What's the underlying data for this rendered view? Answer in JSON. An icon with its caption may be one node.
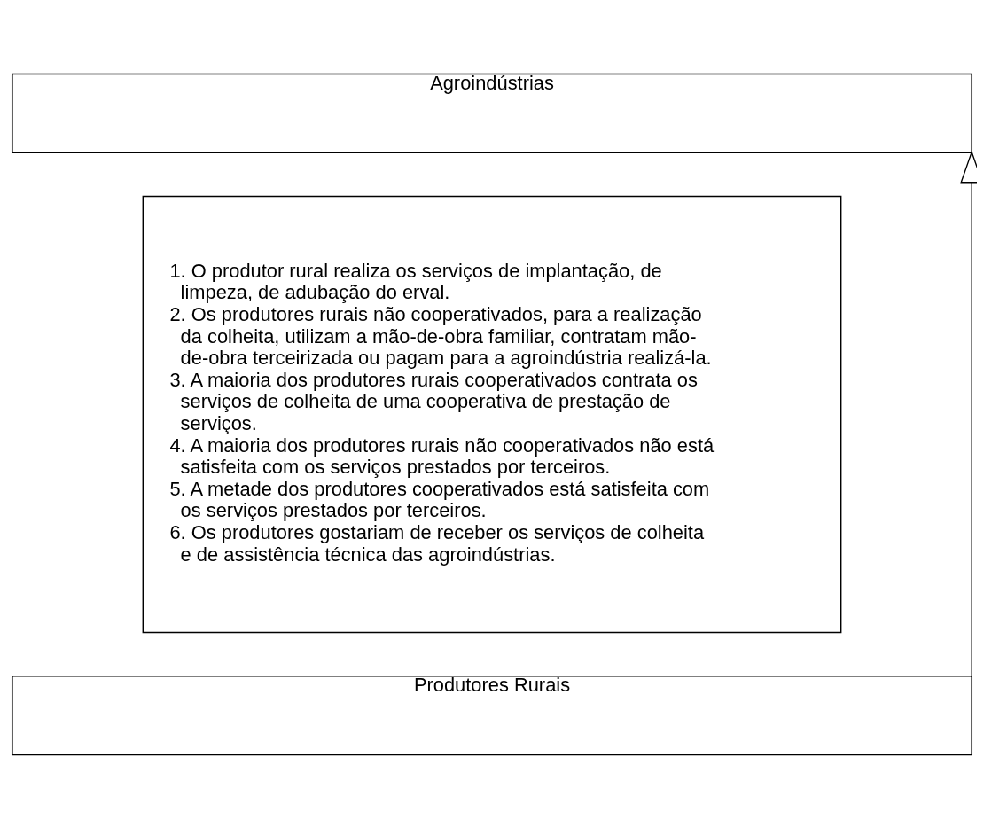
{
  "diagram": {
    "nodes": [
      {
        "text": [
          "Agroindústrias"
        ]
      },
      {
        "text": [
          "1. O produtor rural realiza os serviços de implantação, de limpeza, de adubação do erval.",
          "2. Os produtores rurais não cooperativados, para a realização da colheita, utilizam a mão-de-obra familiar, contratam mão-de-obra terceirizada ou pagam para a agroindústria realizá-la.",
          "3. A maioria dos produtores rurais cooperativados contrata os serviços de colheita de uma cooperativa de prestação de serviços.",
          "4. A maioria dos produtores rurais não cooperativados não está satisfeita com os serviços prestados por terceiros.",
          "5. A metade dos produtores cooperativados está satisfeita com os serviços prestados por terceiros.",
          "6. Os produtores gostariam de receber os serviços de colheita e de assistência técnica das agroindústrias."
        ]
      },
      {
        "text": [
          "Produtores Rurais"
        ]
      }
    ],
    "edges": [
      {
        "from": 2,
        "to": 0,
        "arrow": "to"
      }
    ]
  }
}
